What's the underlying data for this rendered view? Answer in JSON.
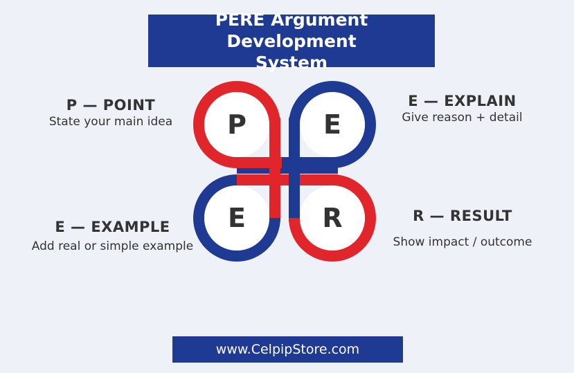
{
  "title": {
    "line1": "PERE Argument Development",
    "line2": "System"
  },
  "steps": [
    {
      "letter": "P",
      "heading": "P — POINT",
      "description": "State your main idea"
    },
    {
      "letter": "E",
      "heading": "E — EXPLAIN",
      "description": "Give reason + detail"
    },
    {
      "letter": "E",
      "heading": "E — EXAMPLE",
      "description": "Add real or simple example"
    },
    {
      "letter": "R",
      "heading": "R — RESULT",
      "description": "Show impact / outcome"
    }
  ],
  "footer": "www.CelpipStore.com",
  "colors": {
    "red": "#e0262b",
    "blue": "#1f3a93",
    "background": "#eef1f8"
  }
}
